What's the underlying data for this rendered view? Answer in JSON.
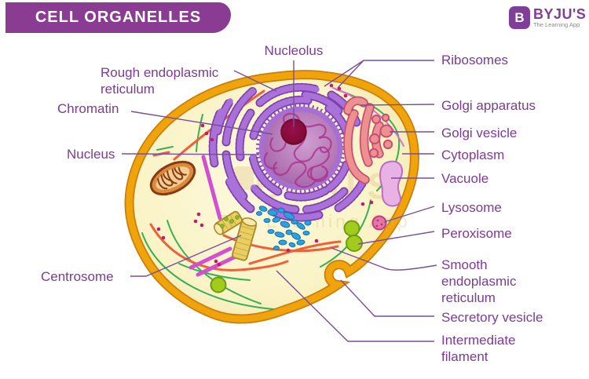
{
  "header": {
    "title": "CELL ORGANELLES"
  },
  "logo": {
    "icon_letter": "B",
    "brand": "BYJU'S",
    "tagline": "The Learning App"
  },
  "watermark": {
    "brand": "BYJU'S",
    "tagline": "The Learning App"
  },
  "labels": {
    "nucleolus": "Nucleolus",
    "rough_er": "Rough endoplasmic reticulum",
    "chromatin": "Chromatin",
    "nucleus": "Nucleus",
    "centrosome": "Centrosome",
    "ribosomes": "Ribosomes",
    "golgi_apparatus": "Golgi apparatus",
    "golgi_vesicle": "Golgi vesicle",
    "cytoplasm": "Cytoplasm",
    "vacuole": "Vacuole",
    "lysosome": "Lysosome",
    "peroxisome": "Peroxisome",
    "smooth_er": "Smooth endoplasmic reticulum",
    "secretory_vesicle": "Secretory vesicle",
    "intermediate_filament": "Intermediate filament"
  },
  "colors": {
    "banner_bg": "#8a3b92",
    "label_text": "#7d3a96",
    "membrane_gold": "#f0a30b",
    "membrane_outline": "#c8800a",
    "cytoplasm": "#faf3c6",
    "nucleus_fill": "#b478b6",
    "nucleolus": "#8c1243",
    "rough_er": "#a872da",
    "golgi": "#ef9090",
    "vacuole": "#e9b2e4",
    "lysosome": "#e377a6",
    "peroxisome_green": "#a1cb1d",
    "mitochondrion": "#d98c3f",
    "blue_vesicles": "#2aa1e2",
    "centrosome": "#e9cf63",
    "logo_purple": "#7f3f98"
  }
}
